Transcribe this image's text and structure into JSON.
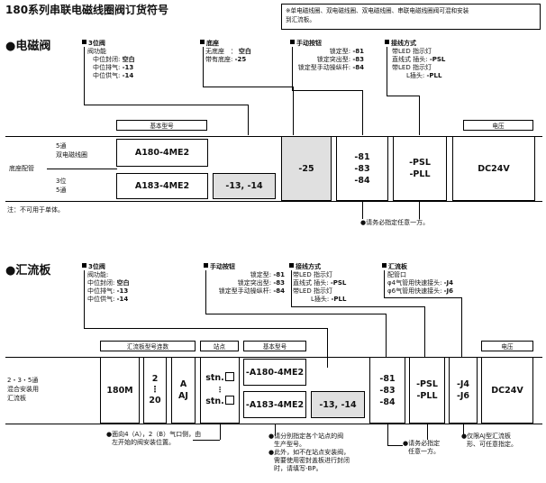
{
  "title": "180系列串联电磁线圈阀订货符号",
  "note": [
    "※单电磁线圈、双电磁线圈、双电磁线圈、串联电磁线圈阀可混和安装",
    "到汇流板。"
  ],
  "s1": {
    "heading": "●电磁阀",
    "pos": {
      "title": "3位阀",
      "l1": "阀功能",
      "l2a": "中位封闭: ",
      "l2b": "空白",
      "l3a": "中位排气: ",
      "l3b": "-13",
      "l4a": "中位供气: ",
      "l4b": "-14"
    },
    "base": {
      "title": "底座",
      "l1a": "无底座",
      "l1b": "：",
      "l1c": "空白",
      "l2a": "带有底座: ",
      "l2b": "-25"
    },
    "manual": {
      "title": "手动按钮",
      "l1a": "锁定型: ",
      "l1b": "-81",
      "l2a": "锁定突出型: ",
      "l2b": "-83",
      "l3a": "锁定型手动操纵杆: ",
      "l3b": "-84"
    },
    "wiring": {
      "title": "接线方式",
      "l1": "带LED 指示灯",
      "l2a": "直线式 插头: ",
      "l2b": "-PSL",
      "l3": "带LED 指示灯",
      "l4a": "L插头: ",
      "l4b": "-PLL"
    },
    "hdr_basic": "基本型号",
    "hdr_volt": "电压",
    "left1": "5通",
    "left2": "双电磁线圈",
    "left3": "底座配管",
    "left4": "3位",
    "left5": "5通",
    "m1": "A180-4ME2",
    "m2": "A183-4ME2",
    "m3": "-13, -14",
    "base_code": "-25",
    "manual_codes": [
      "-81",
      "-83",
      "-84"
    ],
    "wiring_codes": [
      "-PSL",
      "-PLL"
    ],
    "voltage": "DC24V",
    "note2": "注：不可用于单体。",
    "pick": "●请务必指定任意一方。"
  },
  "s2": {
    "heading": "●汇流板",
    "pos": {
      "title": "3位阀",
      "l1": "阀功能:",
      "l2a": "中位封闭: ",
      "l2b": "空白",
      "l3a": "中位排气: ",
      "l3b": "-13",
      "l4a": "中位供气: ",
      "l4b": "-14"
    },
    "manual": {
      "title": "手动按钮",
      "l1a": "锁定型: ",
      "l1b": "-81",
      "l2a": "锁定突出型: ",
      "l2b": "-83",
      "l3a": "锁定型手动操纵杆: ",
      "l3b": "-84"
    },
    "wiring": {
      "title": "接线方式",
      "l1": "带LED 指示灯",
      "l2a": "直线式 插头: ",
      "l2b": "-PSL",
      "l3": "带LED 指示灯",
      "l4a": "L插头: ",
      "l4b": "-PLL"
    },
    "manifold": {
      "title": "汇流板",
      "l1": "配管口",
      "l2a": "φ4气管用快速接头: ",
      "l2b": "-J4",
      "l3a": "φ6气管用快速接头: ",
      "l3b": "-J6"
    },
    "hdr_units": "汇流板型号连数",
    "hdr_stn": "站点",
    "hdr_basic": "基本型号",
    "hdr_volt": "电压",
    "left1": "2・3・5通",
    "left2": "混合安装用",
    "left3": "汇流板",
    "code_180m": "180M",
    "units_top": "2",
    "units_dots": "⋮",
    "units_bottom": "20",
    "a_top": "A",
    "a_bottom": "AJ",
    "stn1": "stn.",
    "stn2": "stn.",
    "m1": "-A180-4ME2",
    "m2": "-A183-4ME2",
    "m3": "-13, -14",
    "manual_codes": [
      "-81",
      "-83",
      "-84"
    ],
    "wiring_codes": [
      "-PSL",
      "-PLL"
    ],
    "j_codes": [
      "-J4",
      "-J6"
    ],
    "voltage": "DC24V",
    "fn1": [
      "●面向4（A），2（B）气口侧，由",
      "左开始的阀安装位置。"
    ],
    "fn2": [
      "●请分别指定各个站点的阀",
      "生产型号。",
      "●此外，如不在站点安装阀，",
      "需要使用密封盖板进行封闭",
      "时，请填写-BP。"
    ],
    "fn3": [
      "●请务必指定",
      "任意一方。"
    ],
    "fn4": [
      "●仅限AJ型汇流板",
      "形、可任意指定。"
    ]
  }
}
